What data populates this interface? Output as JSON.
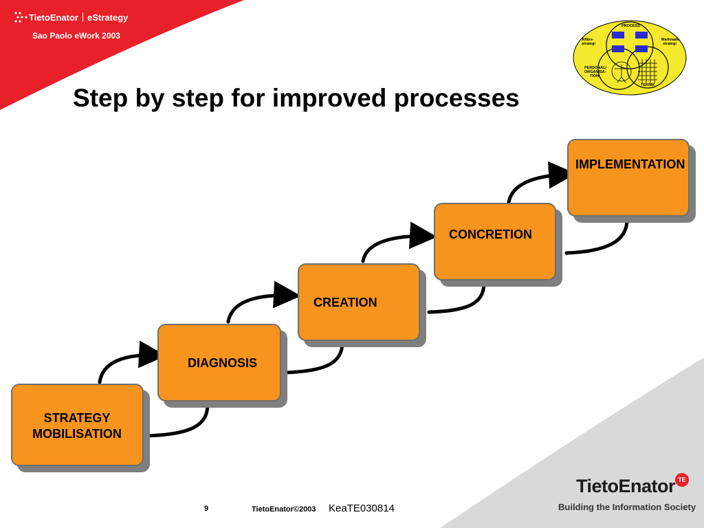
{
  "header": {
    "brand": "TietoEnator",
    "product": "eStrategy",
    "event": "Sao Paolo eWork 2003"
  },
  "title": "Step by step for improved processes",
  "steps": [
    {
      "label_line1": "STRATEGY",
      "label_line2": "MOBILISATION"
    },
    {
      "label": "DIAGNOSIS"
    },
    {
      "label": "CREATION"
    },
    {
      "label": "CONCRETION"
    },
    {
      "label": "IMPLEMENTATION"
    }
  ],
  "venn": {
    "process": "PROCESS",
    "affars": "Affärs-",
    "affars2": "strategi",
    "marknads": "Marknads-",
    "marknads2": "strategi",
    "personal1": "PERSONAL/",
    "personal2": "ORGANISA-",
    "personal3": "TION",
    "teknik": "TEKNIK"
  },
  "footer": {
    "page_number": "9",
    "copyright": "TietoEnator©2003",
    "code": "KeaTE030814"
  },
  "logo": {
    "wordmark": "TietoEnator",
    "badge": "TE",
    "tagline": "Building the Information Society"
  },
  "colors": {
    "brand_red": "#e8202a",
    "box_orange": "#f7941d",
    "venn_yellow": "#f5e92e"
  }
}
